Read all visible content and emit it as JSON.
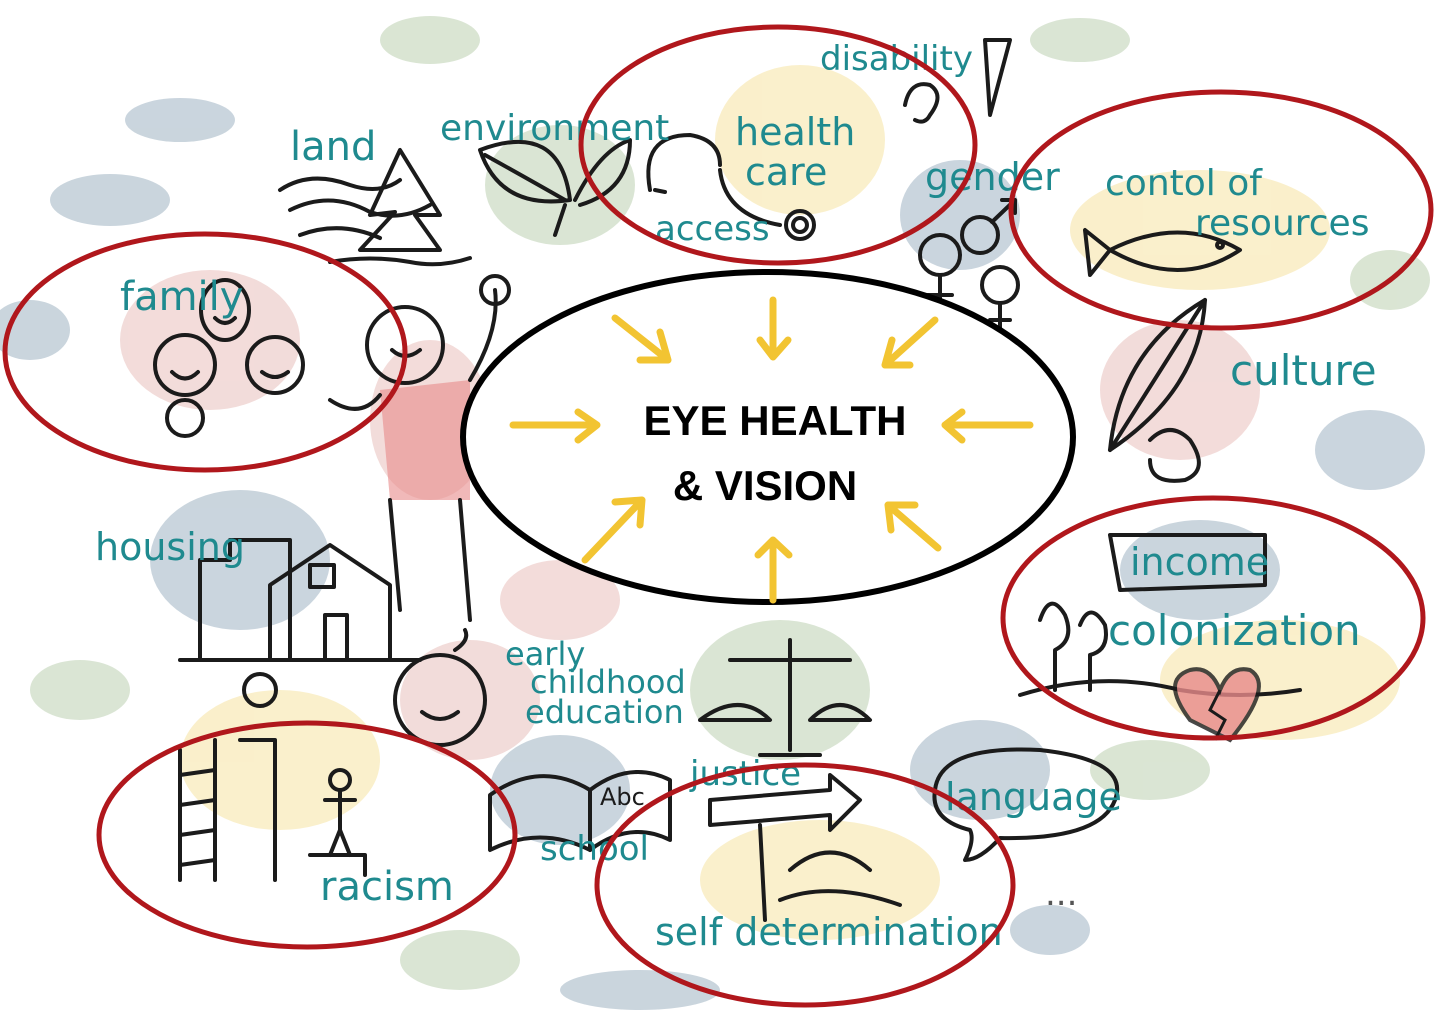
{
  "center": {
    "line1": "EYE HEALTH",
    "line2": "& VISION"
  },
  "labels": {
    "disability": "disability",
    "land": "land",
    "environment": "environment",
    "health_care_1": "health",
    "health_care_2": "care",
    "access": "access",
    "gender": "gender",
    "control_1": "contol of",
    "control_2": "resources",
    "family": "family",
    "culture": "culture",
    "housing": "housing",
    "income": "income",
    "colonization": "colonization",
    "early_1": "early",
    "early_2": "childhood",
    "early_3": "education",
    "justice": "justice",
    "school": "school",
    "language": "language",
    "racism": "racism",
    "self_determination": "self determination",
    "ellipsis": "..."
  },
  "book_text": "Abc",
  "colors": {
    "label_teal": "#1f8a8f",
    "highlight_red": "#b0171c",
    "arrow_yellow": "#f2c432",
    "blob_blue": "#9fb3c2",
    "blob_green": "#bcd0b0",
    "blob_yellow": "#f6e3a2",
    "blob_pink": "#e9c0bc"
  },
  "icons": [
    "mountain-tree-icon",
    "leaf-icon",
    "stethoscope-icon",
    "ear-icon",
    "pen-icon",
    "gender-symbols-icon",
    "fish-icon",
    "feather-icon",
    "family-faces-icon",
    "person-flexing-icon",
    "house-icon",
    "baby-face-icon",
    "book-icon",
    "scales-icon",
    "sign-sunrise-icon",
    "speech-bubble-icon",
    "ladder-icon",
    "trees-broken-heart-icon"
  ]
}
